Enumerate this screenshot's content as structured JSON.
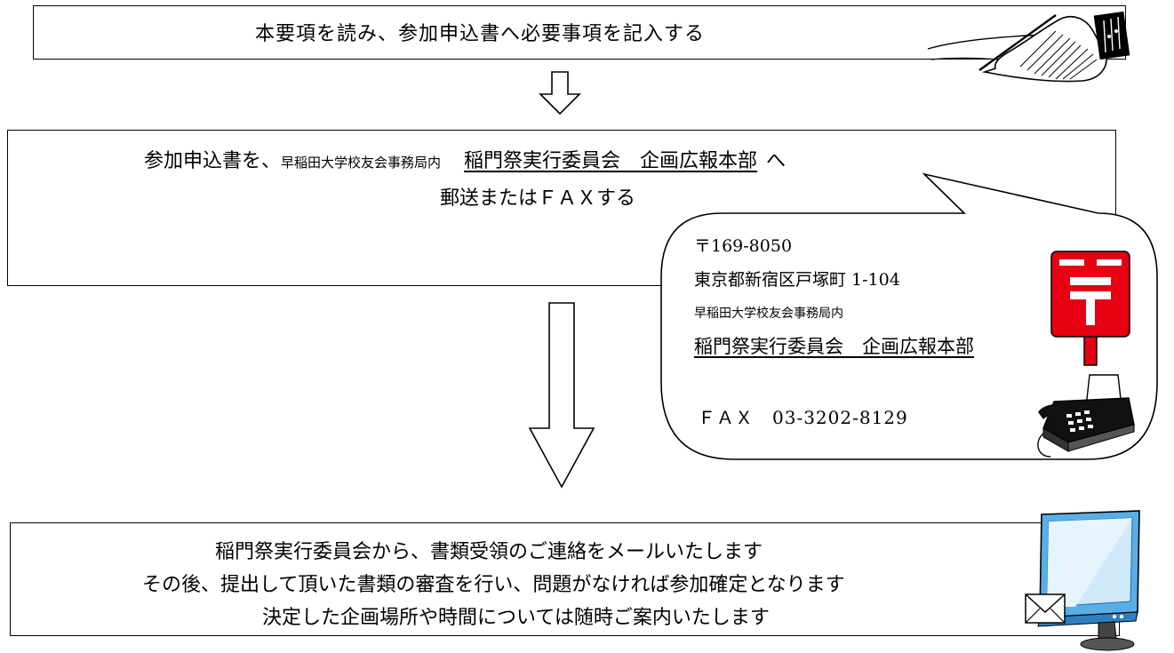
{
  "step1": {
    "text": "本要項を読み、参加申込書へ必要事項を記入する"
  },
  "step2": {
    "prefix": "参加申込書を、",
    "office_small": "早稲田大学校友会事務局内",
    "org": "稲門祭実行委員会　企画広報本部",
    "suffix": "へ",
    "line2": "郵送またはＦＡＸする"
  },
  "callout": {
    "postal": "〒169-8050",
    "address": "東京都新宿区戸塚町 1-104",
    "office": "早稲田大学校友会事務局内",
    "org": "稲門祭実行委員会　企画広報本部",
    "fax": "ＦＡＸ　03-3202-8129"
  },
  "step3": {
    "line1": "稲門祭実行委員会から、書類受領のご連絡をメールいたします",
    "line2": "その後、提出して頂いた書類の審査を行い、問題がなければ参加確定となります",
    "line3": "決定した企画場所や時間については随時ご案内いたします"
  },
  "icons": [
    "writing-hand-icon",
    "down-arrow-icon",
    "postbox-icon",
    "fax-machine-icon",
    "computer-mail-icon"
  ],
  "colors": {
    "postbox_red": "#e60012",
    "monitor_blue": "#3a9ad9"
  }
}
